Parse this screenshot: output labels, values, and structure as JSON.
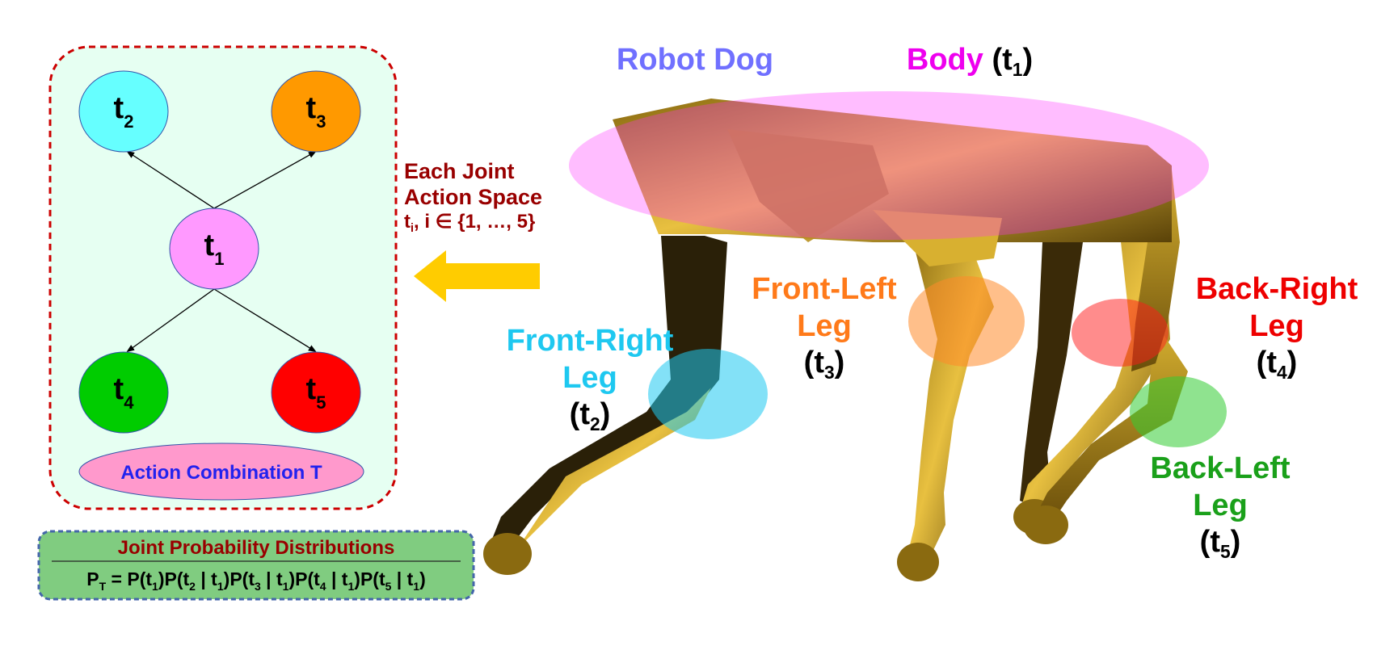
{
  "colors": {
    "node_t1": "#ff99ff",
    "node_t2": "#66ffff",
    "node_t3": "#ff9900",
    "node_t4": "#00cc00",
    "node_t5": "#ff0000",
    "panel_bg": "#e6fff2",
    "panel_border": "#cc0000",
    "formula_bg": "#80cc80",
    "formula_border": "#4466aa",
    "arrow": "#ffcc00",
    "title_blue": "#7070ff",
    "body_magenta": "#ee00ee",
    "front_right": "#1ec8f0",
    "front_left": "#ff7a1a",
    "back_right": "#ee0000",
    "back_left": "#1aa01a",
    "dark_red": "#990000"
  },
  "tree": {
    "nodes": [
      {
        "id": "t1",
        "base": "t",
        "sub": "1"
      },
      {
        "id": "t2",
        "base": "t",
        "sub": "2"
      },
      {
        "id": "t3",
        "base": "t",
        "sub": "3"
      },
      {
        "id": "t4",
        "base": "t",
        "sub": "4"
      },
      {
        "id": "t5",
        "base": "t",
        "sub": "5"
      }
    ],
    "edges": [
      [
        "t1",
        "t2"
      ],
      [
        "t1",
        "t3"
      ],
      [
        "t1",
        "t4"
      ],
      [
        "t1",
        "t5"
      ]
    ],
    "combination_label": "Action Combination T"
  },
  "formula": {
    "title": "Joint Probability Distributions",
    "lhs_base": "P",
    "lhs_sub": "T",
    "eq": " = ",
    "terms": [
      {
        "text": "P(t",
        "sub": "1",
        "close": ")"
      },
      {
        "text": "P(t",
        "sub": "2",
        "mid": " | t",
        "sub2": "1",
        "close": ")"
      },
      {
        "text": "P(t",
        "sub": "3",
        "mid": " | t",
        "sub2": "1",
        "close": ")"
      },
      {
        "text": "P(t",
        "sub": "4",
        "mid": " | t",
        "sub2": "1",
        "close": ")"
      },
      {
        "text": "P(t",
        "sub": "5",
        "mid": " | t",
        "sub2": "1",
        "close": ")"
      }
    ]
  },
  "action_space": {
    "line1": "Each Joint",
    "line2": "Action Space",
    "line3_pre": "t",
    "line3_sub": "i",
    "line3_post": ", i ∈ {1, …, 5}"
  },
  "robot": {
    "title": "Robot Dog",
    "body_label": "Body",
    "body_joint": {
      "base": "t",
      "sub": "1"
    },
    "parts": [
      {
        "key": "front_right",
        "line1": "Front-Right",
        "line2": "Leg",
        "joint_sub": "2"
      },
      {
        "key": "front_left",
        "line1": "Front-Left",
        "line2": "Leg",
        "joint_sub": "3"
      },
      {
        "key": "back_right",
        "line1": "Back-Right",
        "line2": "Leg",
        "joint_sub": "4"
      },
      {
        "key": "back_left",
        "line1": "Back-Left",
        "line2": "Leg",
        "joint_sub": "5"
      }
    ]
  }
}
